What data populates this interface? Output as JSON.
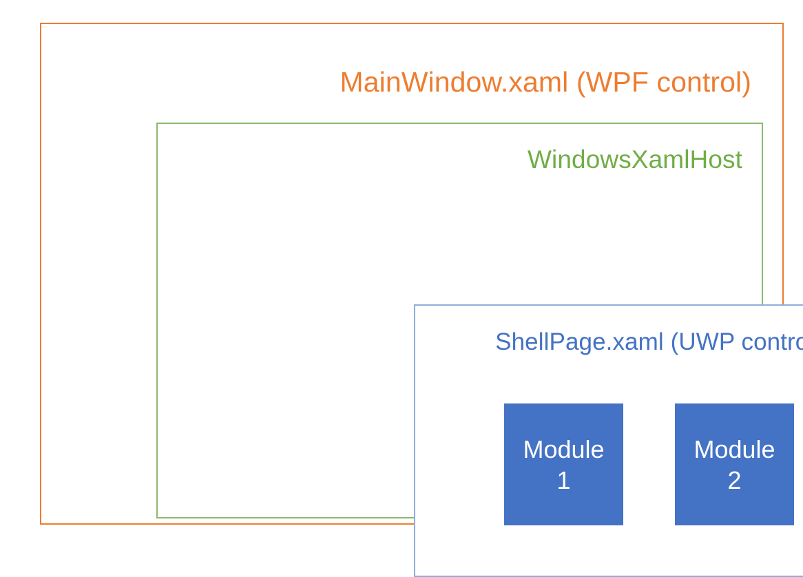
{
  "diagram": {
    "type": "nested-architecture-diagram",
    "background_color": "#FFFFFF",
    "layers": [
      {
        "name": "main-window",
        "title": "MainWindow.xaml (WPF control)",
        "border_color": "#ED7D31",
        "text_color": "#ED7D31",
        "title_align": "right"
      },
      {
        "name": "windows-xaml-host",
        "title": "WindowsXamlHost",
        "border_color": "#8CB96F",
        "text_color": "#70AD47",
        "title_align": "right"
      },
      {
        "name": "shell-page",
        "title": "ShellPage.xaml (UWP control)",
        "border_color": "#8FAEDC",
        "text_color": "#4472C4",
        "title_align": "right"
      }
    ],
    "modules": [
      {
        "name": "module-1",
        "line1": "Module",
        "line2": "1",
        "fill_color": "#4472C4",
        "text_color": "#FFFFFF"
      },
      {
        "name": "module-2",
        "line1": "Module",
        "line2": "2",
        "fill_color": "#4472C4",
        "text_color": "#FFFFFF"
      }
    ]
  }
}
